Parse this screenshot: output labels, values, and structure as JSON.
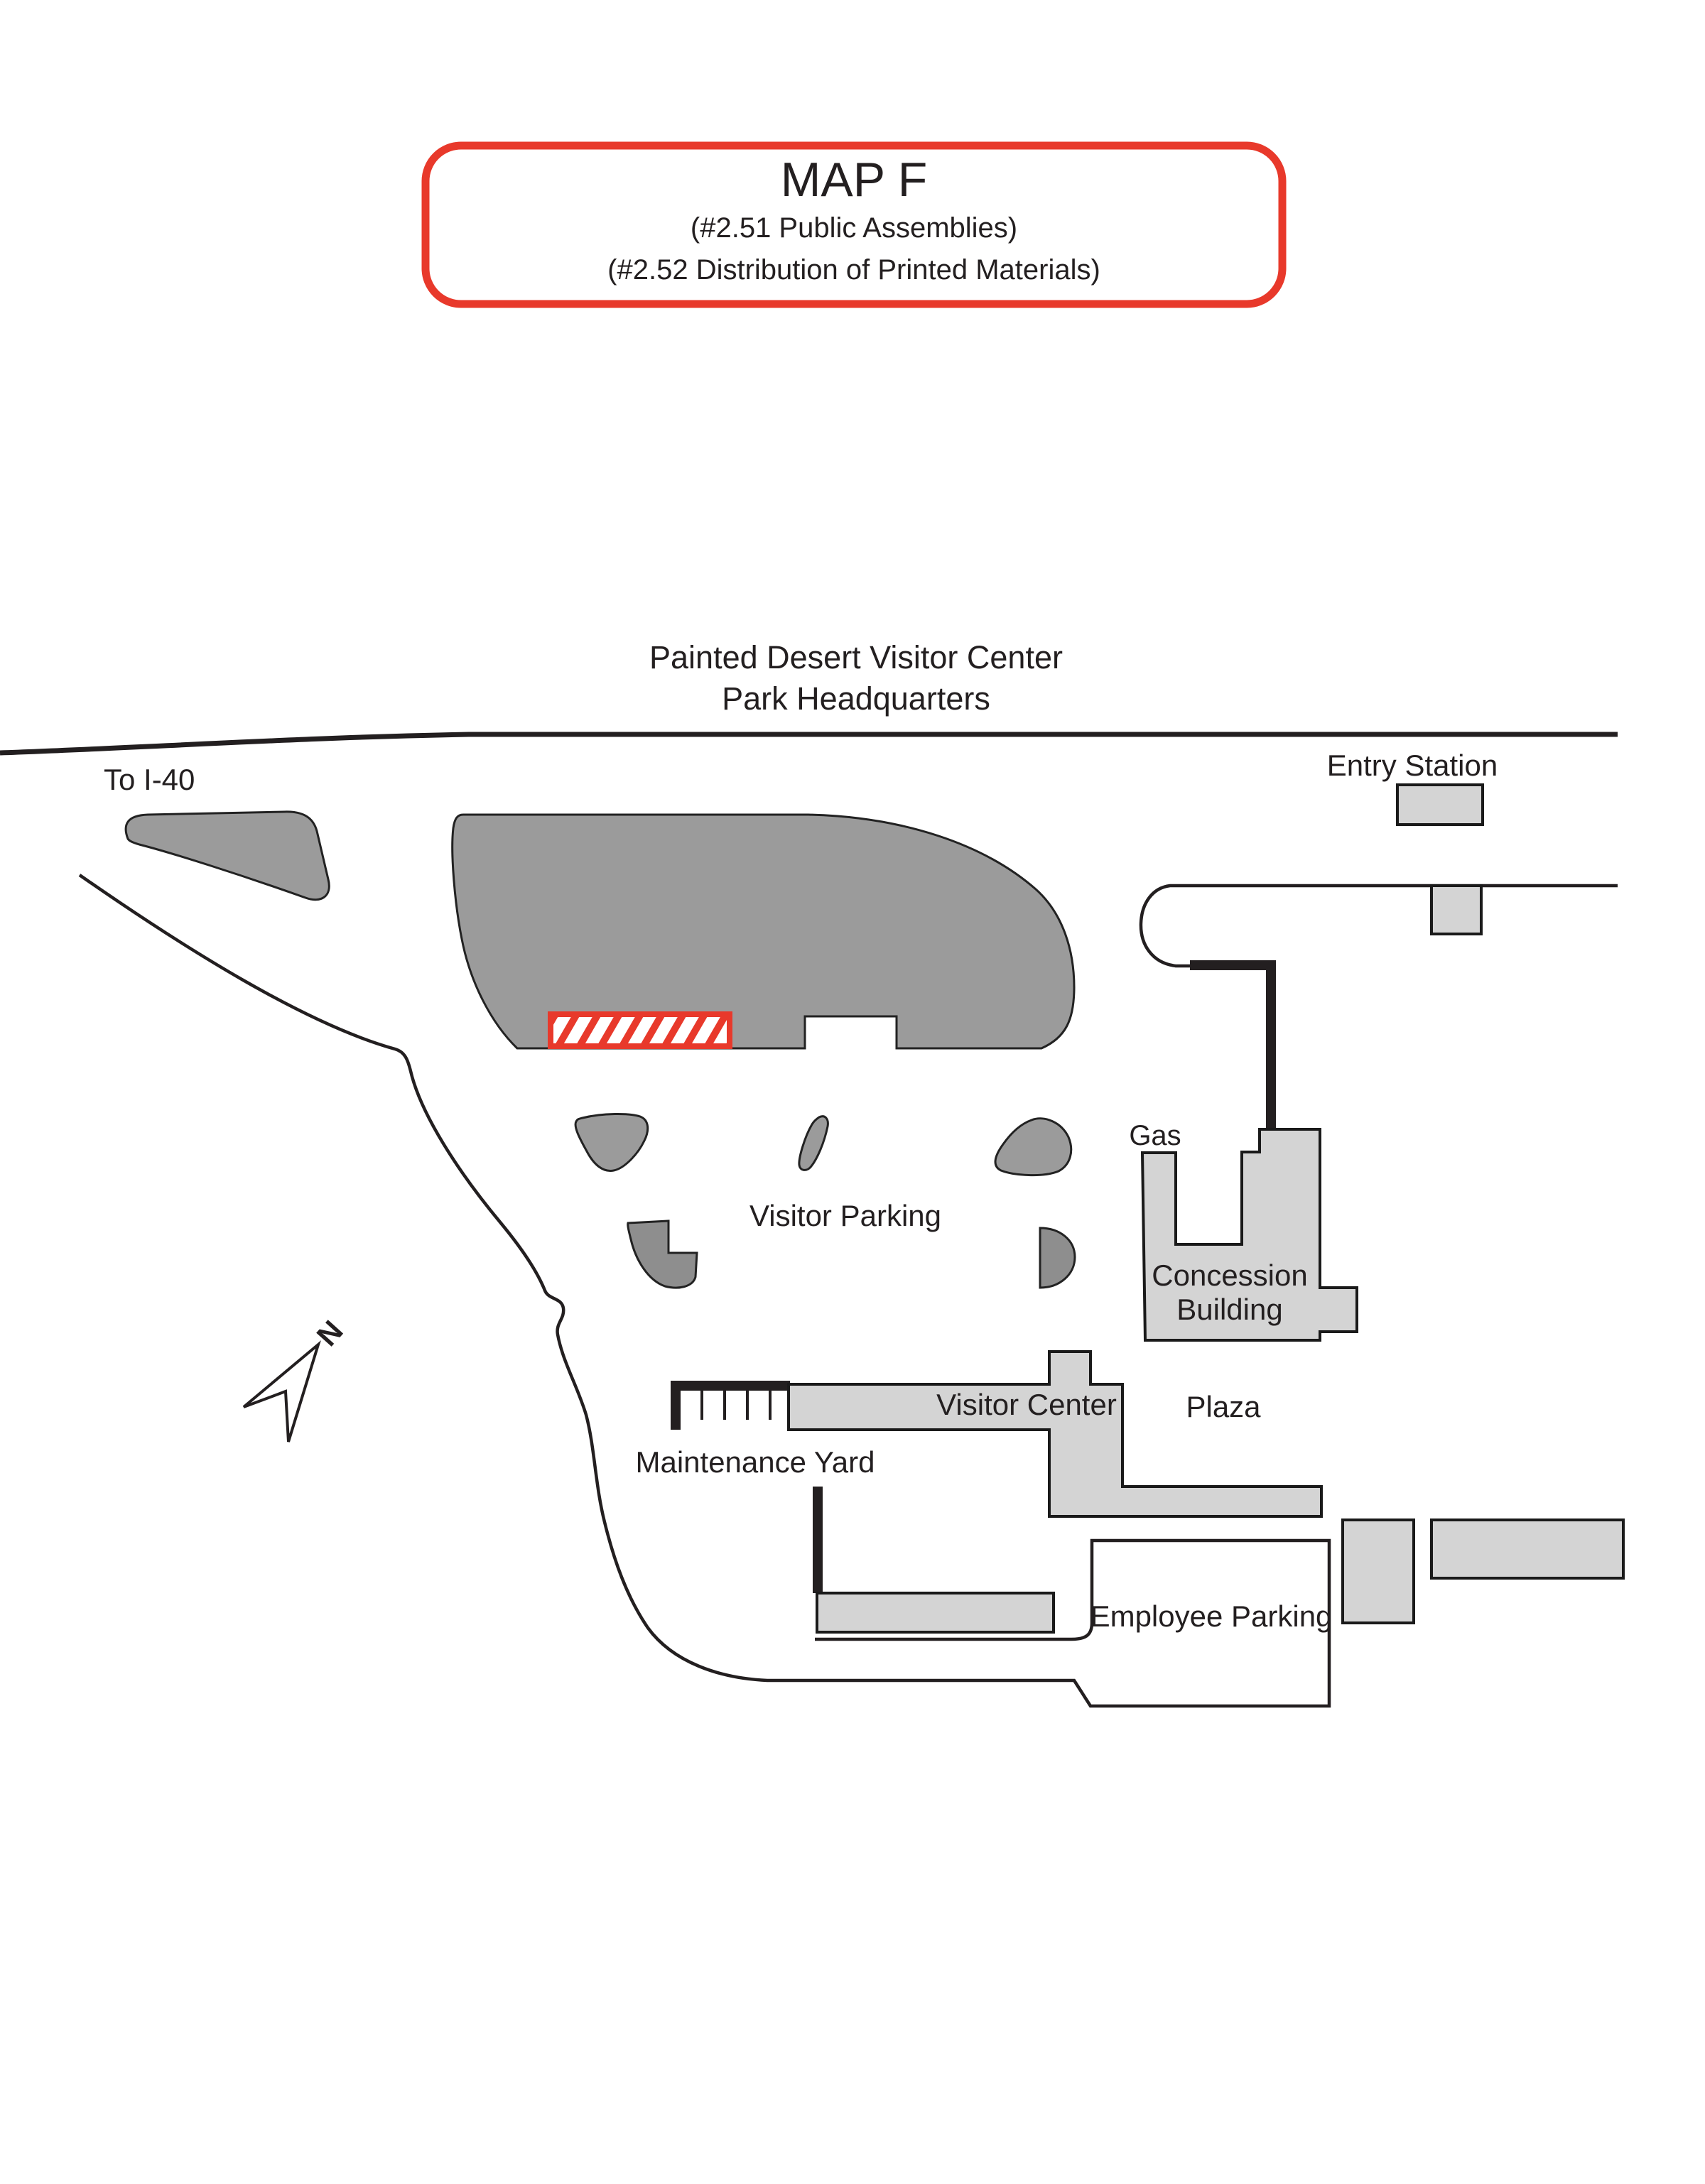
{
  "legend_box": {
    "title": "MAP F",
    "subtitle1": "(#2.51 Public Assemblies)",
    "subtitle2": "(#2.52 Distribution of Printed Materials)"
  },
  "map": {
    "title_line1": "Painted Desert Visitor Center",
    "title_line2": "Park Headquarters",
    "labels": {
      "to_i40": "To I-40",
      "entry_station": "Entry Station",
      "visitor_parking": "Visitor Parking",
      "gas": "Gas",
      "concession_line1": "Concession",
      "concession_line2": "Building",
      "visitor_center": "Visitor Center",
      "plaza": "Plaza",
      "maintenance_yard": "Maintenance Yard",
      "employee_parking": "Employee Parking",
      "north": "N"
    },
    "colors": {
      "road": "#231f20",
      "parking_fill": "#9b9b9b",
      "parking_fill_dark": "#8e8e8e",
      "building_fill": "#d4d4d4",
      "assembly_red": "#e8392b"
    }
  }
}
